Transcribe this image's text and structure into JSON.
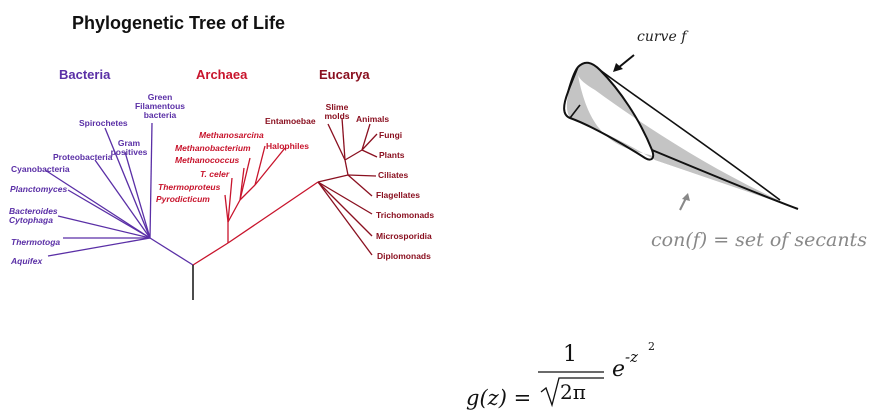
{
  "tree": {
    "title": "Phylogenetic Tree of Life",
    "colors": {
      "bacteria": "#5a2fa6",
      "archaea": "#c8142c",
      "eucarya": "#8a1020",
      "root": "#111111"
    },
    "domains": {
      "bacteria": "Bacteria",
      "archaea": "Archaea",
      "eucarya": "Eucarya"
    },
    "bacteria": {
      "green_filamentous": "Green Filamentous bacteria",
      "spirochetes": "Spirochetes",
      "gram_positives": "Gram positives",
      "proteobacteria": "Proteobacteria",
      "cyanobacteria": "Cyanobacteria",
      "planctomyces": "Planctomyces",
      "bacteroides": "Bacteroides Cytophaga",
      "thermotoga": "Thermotoga",
      "aquifex": "Aquifex"
    },
    "archaea": {
      "methanosarcina": "Methanosarcina",
      "methanobacterium": "Methanobacterium",
      "methanococcus": "Methanococcus",
      "t_celer": "T. celer",
      "thermoproteus": "Thermoproteus",
      "pyrodicticum": "Pyrodicticum",
      "halophiles": "Halophiles"
    },
    "eucarya": {
      "entamoebae": "Entamoebae",
      "slime_molds": "Slime molds",
      "animals": "Animals",
      "fungi": "Fungi",
      "plants": "Plants",
      "ciliates": "Ciliates",
      "flagellates": "Flagellates",
      "trichomonads": "Trichomonads",
      "microsporidia": "Microsporidia",
      "diplomonads": "Diplomonads"
    }
  },
  "cone": {
    "curve_label": "curve f",
    "secants_label": "con(f) = set of secants",
    "colors": {
      "fill": "#c4c4c4",
      "stroke": "#111111",
      "label": "#888888"
    }
  },
  "formula": {
    "lhs": "g(z) =",
    "numerator": "1",
    "radicand": "2π",
    "exp_base": "e",
    "exp_power": "-z",
    "exp_square": "2"
  }
}
